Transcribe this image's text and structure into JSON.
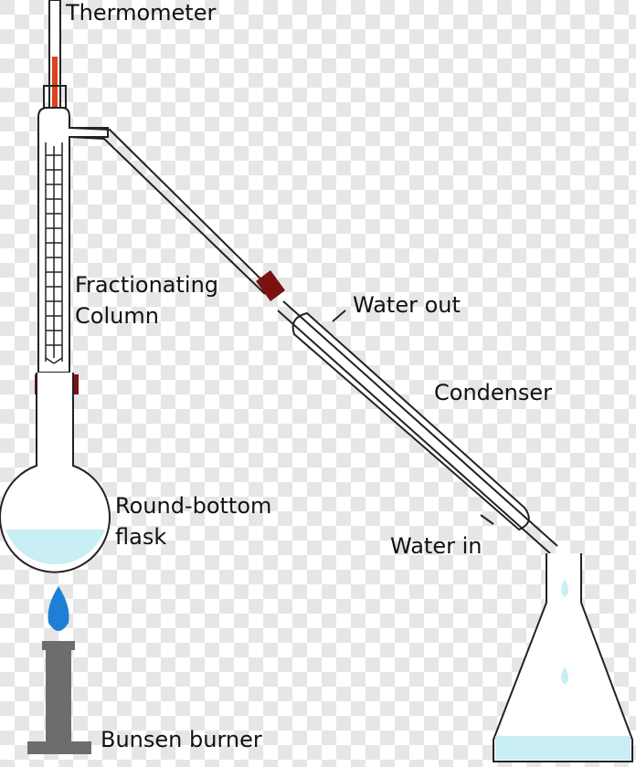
{
  "labels": {
    "thermometer": "Thermometer",
    "column_line1": "Fractionating",
    "column_line2": "Column",
    "water_out": "Water out",
    "condenser": "Condenser",
    "flask_line1": "Round-bottom",
    "flask_line2": "flask",
    "water_in": "Water in",
    "burner": "Bunsen burner"
  },
  "colors": {
    "stopper": "#7a1212",
    "thermometer_liquid": "#e0401a",
    "liquid": "#c9eef5",
    "flame": "#1f7fd6",
    "burner": "#6d6d6d"
  }
}
